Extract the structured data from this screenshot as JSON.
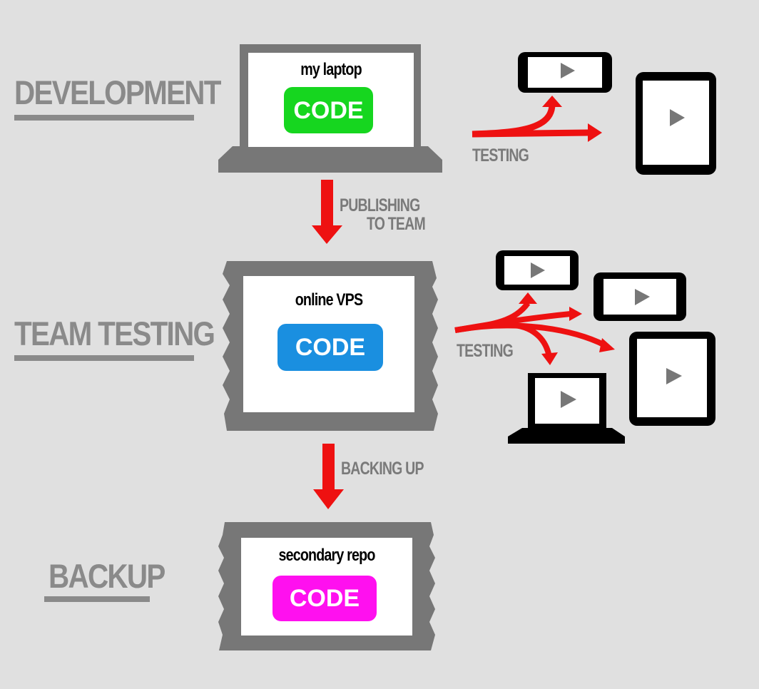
{
  "stages": {
    "development": "DEVELOPMENT",
    "team_testing": "TEAM TESTING",
    "backup": "BACKUP"
  },
  "boxes": {
    "laptop": {
      "title": "my laptop",
      "badge": "CODE",
      "badge_color": "#16d61f"
    },
    "vps": {
      "title": "online VPS",
      "badge": "CODE",
      "badge_color": "#1a8fe0"
    },
    "repo": {
      "title": "secondary repo",
      "badge": "CODE",
      "badge_color": "#ff10ef"
    }
  },
  "arrows": {
    "dev_testing": "TESTING",
    "publishing_line1": "PUBLISHING",
    "publishing_line2": "TO TEAM",
    "team_testing": "TESTING",
    "backing_up": "BACKING UP"
  },
  "colors": {
    "arrow": "#ee1111",
    "device_frame": "#000000",
    "server_frame": "#777777",
    "stage_text": "#8a8a8a",
    "background": "#e0e0e0"
  },
  "icons": [
    "play-icon"
  ]
}
